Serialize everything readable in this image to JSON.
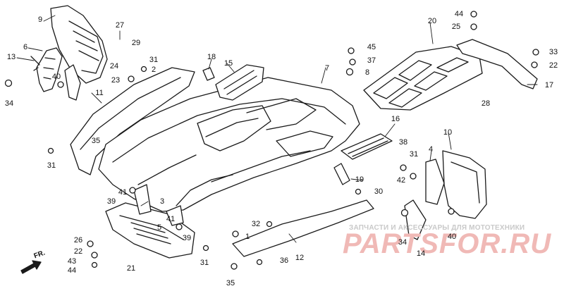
{
  "diagram": {
    "callouts": [
      {
        "id": "c9",
        "text": "9"
      },
      {
        "id": "c6",
        "text": "6"
      },
      {
        "id": "c13",
        "text": "13"
      },
      {
        "id": "c34a",
        "text": "34"
      },
      {
        "id": "c40a",
        "text": "40"
      },
      {
        "id": "c11",
        "text": "11"
      },
      {
        "id": "c35a",
        "text": "35"
      },
      {
        "id": "c31a",
        "text": "31"
      },
      {
        "id": "c27",
        "text": "27"
      },
      {
        "id": "c29",
        "text": "29"
      },
      {
        "id": "c24",
        "text": "24"
      },
      {
        "id": "c31b",
        "text": "31"
      },
      {
        "id": "c2",
        "text": "2"
      },
      {
        "id": "c23",
        "text": "23"
      },
      {
        "id": "c18",
        "text": "18"
      },
      {
        "id": "c15",
        "text": "15"
      },
      {
        "id": "c7",
        "text": "7"
      },
      {
        "id": "c44a",
        "text": "44"
      },
      {
        "id": "c25",
        "text": "25"
      },
      {
        "id": "c20",
        "text": "20"
      },
      {
        "id": "c45",
        "text": "45"
      },
      {
        "id": "c37",
        "text": "37"
      },
      {
        "id": "c8",
        "text": "8"
      },
      {
        "id": "c33",
        "text": "33"
      },
      {
        "id": "c22",
        "text": "22"
      },
      {
        "id": "c17",
        "text": "17"
      },
      {
        "id": "c28",
        "text": "28"
      },
      {
        "id": "c16",
        "text": "16"
      },
      {
        "id": "c10",
        "text": "10"
      },
      {
        "id": "c38",
        "text": "38"
      },
      {
        "id": "c31c",
        "text": "31"
      },
      {
        "id": "c4",
        "text": "4"
      },
      {
        "id": "c42",
        "text": "42"
      },
      {
        "id": "c19",
        "text": "19"
      },
      {
        "id": "c30",
        "text": "30"
      },
      {
        "id": "c41a",
        "text": "41"
      },
      {
        "id": "c39a",
        "text": "39"
      },
      {
        "id": "c3",
        "text": "3"
      },
      {
        "id": "c41b",
        "text": "41"
      },
      {
        "id": "c5",
        "text": "5"
      },
      {
        "id": "c39b",
        "text": "39"
      },
      {
        "id": "c32",
        "text": "32"
      },
      {
        "id": "c1",
        "text": "1"
      },
      {
        "id": "c26",
        "text": "26"
      },
      {
        "id": "c22b",
        "text": "22"
      },
      {
        "id": "c43",
        "text": "43"
      },
      {
        "id": "c44b",
        "text": "44"
      },
      {
        "id": "c21",
        "text": "21"
      },
      {
        "id": "c31d",
        "text": "31"
      },
      {
        "id": "c35b",
        "text": "35"
      },
      {
        "id": "c36",
        "text": "36"
      },
      {
        "id": "c12",
        "text": "12"
      },
      {
        "id": "c34b",
        "text": "34"
      },
      {
        "id": "c14",
        "text": "14"
      },
      {
        "id": "c40b",
        "text": "40"
      }
    ],
    "direction_label": "FR."
  },
  "watermark": {
    "subtitle": "ЗАПЧАСТИ И АКСЕССУАРЫ ДЛЯ МОТОТЕХНИКИ",
    "brand": "PARTSFOR.RU",
    "color": "#f0b9b6"
  }
}
